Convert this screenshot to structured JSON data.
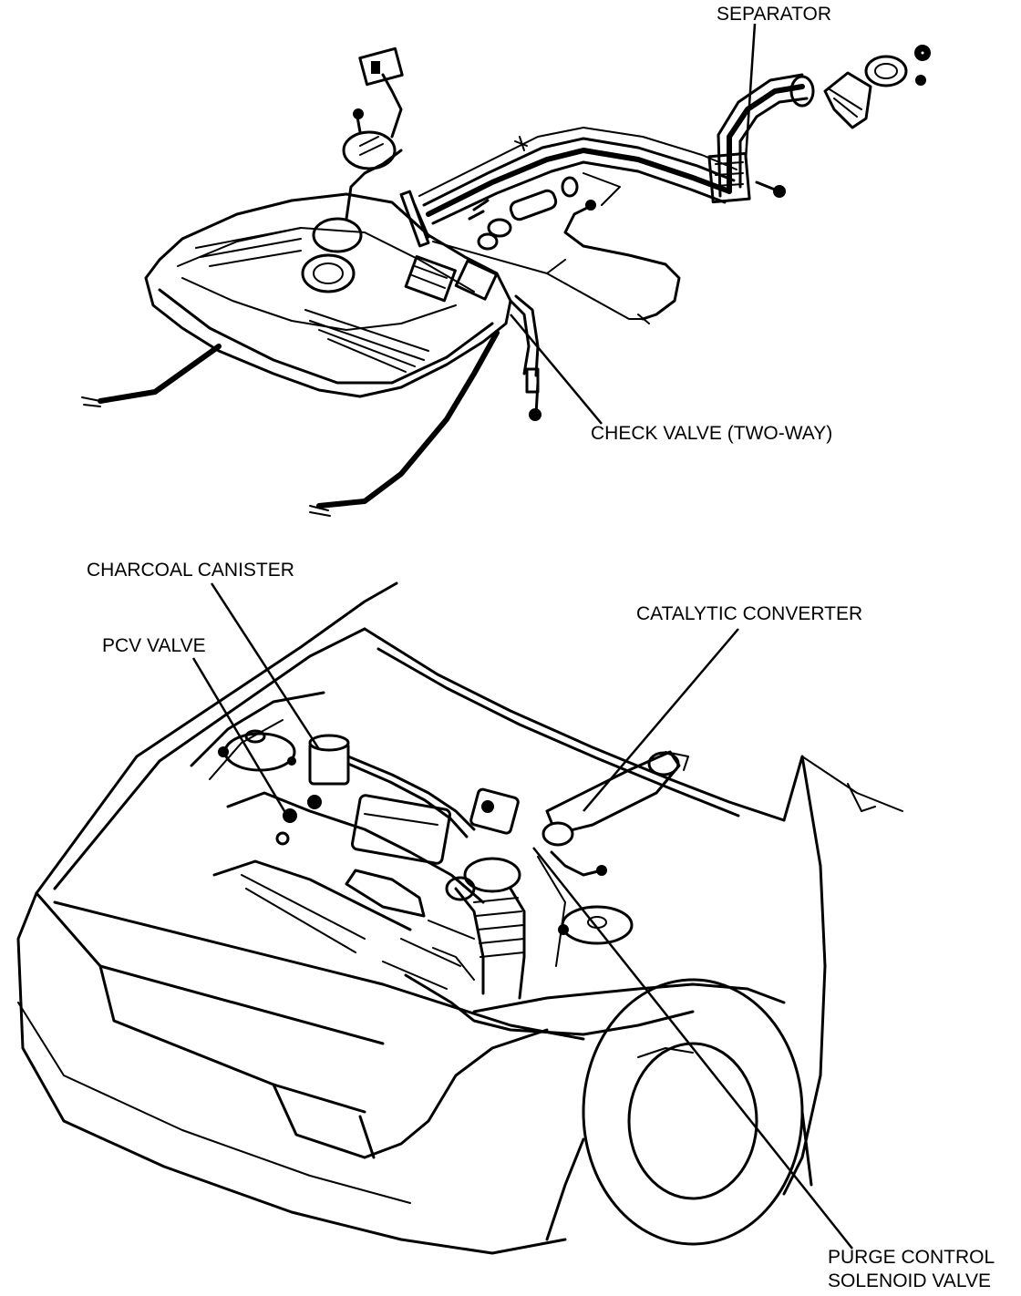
{
  "labels": {
    "separator": "SEPARATOR",
    "check_valve": "CHECK VALVE (TWO-WAY)",
    "charcoal_canister": "CHARCOAL CANISTER",
    "pcv_valve": "PCV VALVE",
    "catalytic_converter": "CATALYTIC CONVERTER",
    "purge_control_line1": "PURGE CONTROL",
    "purge_control_line2": "SOLENOID VALVE"
  }
}
